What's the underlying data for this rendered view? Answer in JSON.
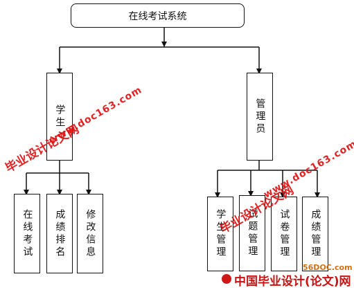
{
  "diagram": {
    "root": {
      "label": "在线考试系统"
    },
    "student": {
      "label": "学生",
      "children": [
        {
          "label": "在线考试"
        },
        {
          "label": "成绩排名"
        },
        {
          "label": "修改信息"
        }
      ]
    },
    "admin": {
      "label": "管理员",
      "children": [
        {
          "label": "学生管理"
        },
        {
          "label": "试题管理"
        },
        {
          "label": "试卷管理"
        },
        {
          "label": "成绩管理"
        }
      ]
    }
  },
  "watermarks": {
    "cn": "毕业设计论文网",
    "url": "www.doc163.com"
  },
  "footer": {
    "site": "56DOC.com",
    "logo_text": "中国毕业设计(论文)网"
  },
  "colors": {
    "line": "#111111",
    "watermark": "#e01010"
  }
}
